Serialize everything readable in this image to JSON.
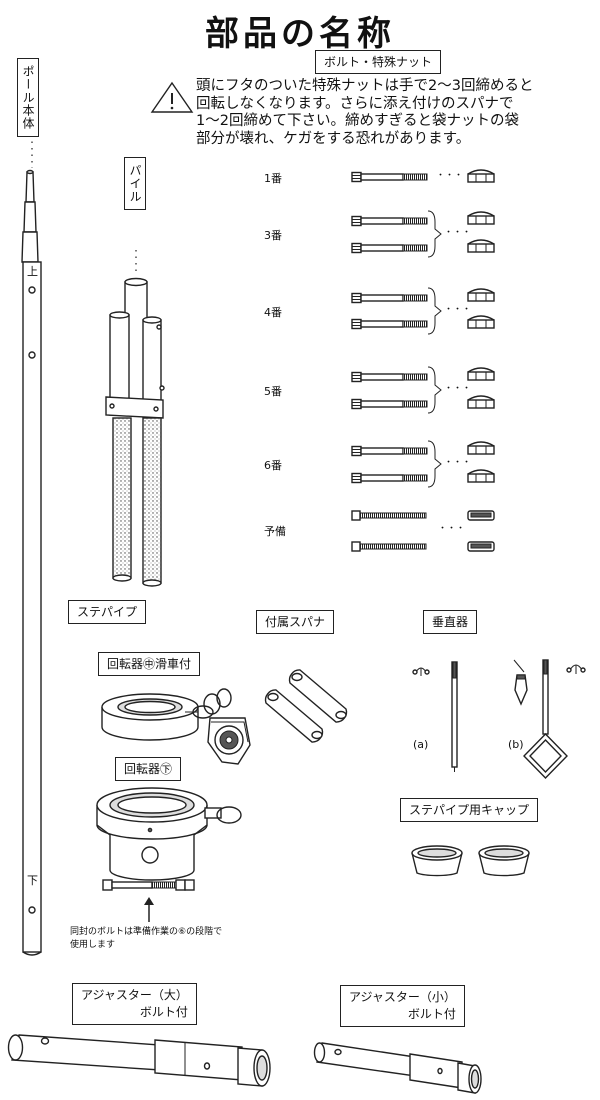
{
  "title": "部品の名称",
  "labels": {
    "pole_body": "ポール本体",
    "pile": "パイル",
    "bolt_nut": "ボルト・特殊ナット",
    "step_pipe": "ステパイプ",
    "spanner": "付属スパナ",
    "plumb": "垂直器",
    "rotator_small": "回転器㊥滑車付",
    "rotator_large": "回転器㊦",
    "cap": "ステパイプ用キャップ",
    "adjuster_large_1": "アジャスター（大）",
    "adjuster_large_2": "ボルト付",
    "adjuster_small_1": "アジャスター（小）",
    "adjuster_small_2": "ボルト付"
  },
  "warning": {
    "icon": "warning-triangle-icon",
    "lines": [
      "頭にフタのついた特殊ナットは手で2〜3回締めると",
      "回転しなくなります。さらに添え付けのスパナで",
      "1〜2回締めて下さい。締めすぎると袋ナットの袋",
      "部分が壊れ、ケガをする恐れがあります。"
    ]
  },
  "pole_marks": {
    "top": "上",
    "bottom": "下"
  },
  "bolt_rows": [
    "1番",
    "3番",
    "4番",
    "5番",
    "6番",
    "予備"
  ],
  "dots": "・・・",
  "plumb_variants": {
    "a": "(a)",
    "b": "(b)"
  },
  "bolt_note": [
    "同封のボルトは準備作業の⑥の段階で",
    "使用します"
  ]
}
